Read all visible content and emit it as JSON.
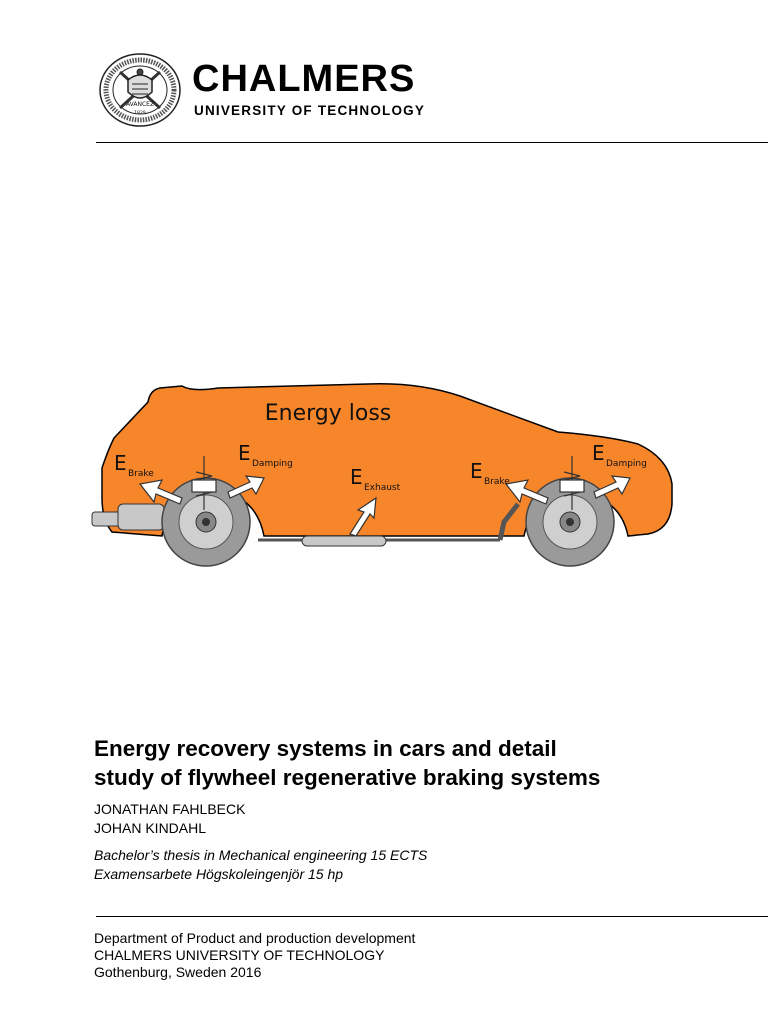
{
  "header": {
    "institution": "CHALMERS",
    "subtitle": "UNIVERSITY OF TECHNOLOGY",
    "seal_text": "AVANCEZ",
    "seal_year": "1829"
  },
  "figure": {
    "car_color": "#f7862b",
    "title": "Energy loss",
    "labels": [
      {
        "symbol": "E",
        "subscript": "Brake"
      },
      {
        "symbol": "E",
        "subscript": "Damping"
      },
      {
        "symbol": "E",
        "subscript": "Exhaust"
      },
      {
        "symbol": "E",
        "subscript": "Brake"
      },
      {
        "symbol": "E",
        "subscript": "Damping"
      }
    ]
  },
  "document": {
    "title_lines": [
      "Energy recovery systems in cars and detail",
      "study of flywheel regenerative braking systems"
    ],
    "authors": [
      "JONATHAN FAHLBECK",
      "JOHAN KINDAHL"
    ],
    "thesis_lines": [
      "Bachelor’s thesis in Mechanical engineering 15 ECTS",
      "Examensarbete Högskoleingenjör 15 hp"
    ]
  },
  "footer": {
    "lines": [
      "Department of Product and production development",
      "CHALMERS UNIVERSITY OF TECHNOLOGY",
      "Gothenburg, Sweden 2016"
    ]
  }
}
